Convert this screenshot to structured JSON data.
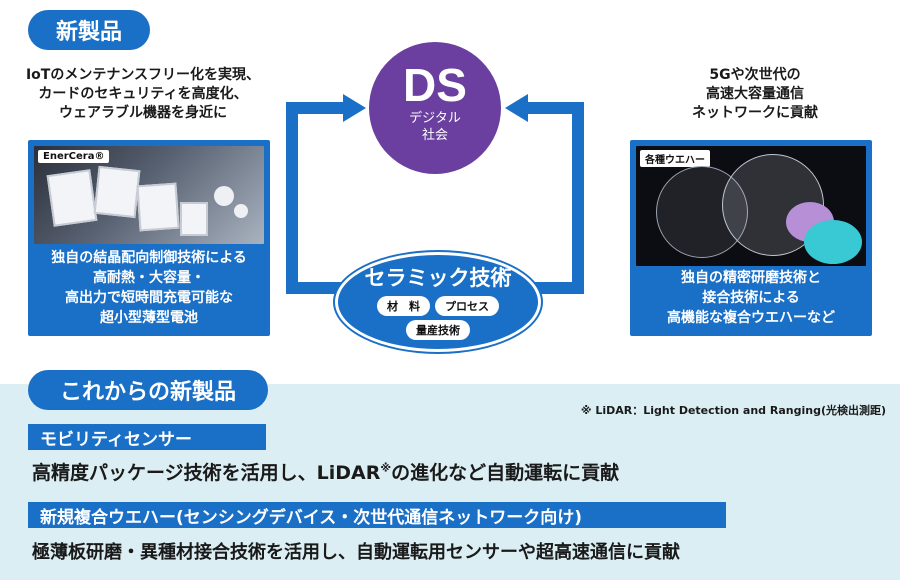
{
  "top": {
    "new_products_label": "新製品",
    "left_caption": [
      "IoTのメンテナンスフリー化を実現、",
      "カードのセキュリティを高度化、",
      "ウェアラブル機器を身近に"
    ],
    "right_caption": [
      "5Gや次世代の",
      "高速大容量通信",
      "ネットワークに貢献"
    ],
    "ds": {
      "title": "DS",
      "sub1": "デジタル",
      "sub2": "社会"
    },
    "left_card": {
      "tag": "EnerCera®",
      "lines": [
        "独自の結晶配向制御技術による",
        "高耐熱・大容量・",
        "高出力で短時間充電可能な",
        "超小型薄型電池"
      ]
    },
    "right_card": {
      "tag": "各種ウエハー",
      "lines": [
        "独自の精密研磨技術と",
        "接合技術による",
        "高機能な複合ウエハーなど"
      ]
    },
    "ceramic": {
      "title": "セラミック技術",
      "chip1": "材　料",
      "chip2": "プロセス",
      "chip3": "量産技術"
    }
  },
  "bottom": {
    "section_label": "これからの新製品",
    "note": "※ LiDAR：Light Detection and Ranging(光検出測距)",
    "item1": {
      "header": "モビリティセンサー",
      "text_a": "高精度パッケージ技術を活用し、LiDAR",
      "text_mark": "※",
      "text_b": "の進化など自動運転に貢献"
    },
    "item2": {
      "header": "新規複合ウエハー(センシングデバイス・次世代通信ネットワーク向け)",
      "text": "極薄板研磨・異種材接合技術を活用し、自動運転用センサーや超高速通信に貢献"
    }
  },
  "colors": {
    "accent": "#1a6fc6",
    "ds_circle": "#6a3fa0",
    "bottom_bg": "#dbeef3"
  }
}
